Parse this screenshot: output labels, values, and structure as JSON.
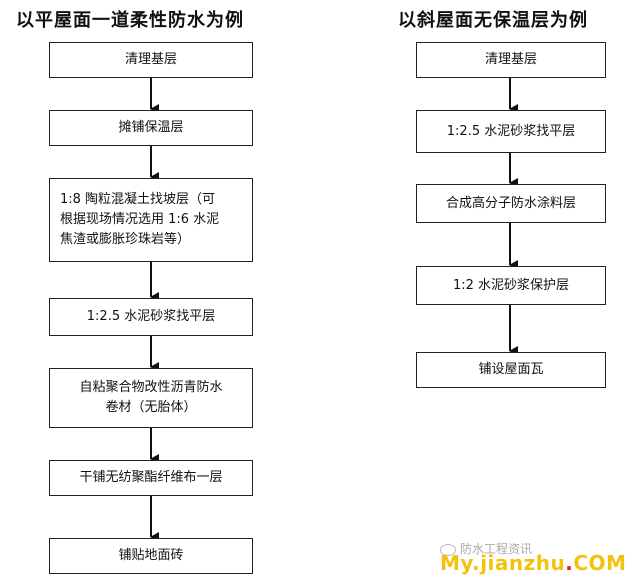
{
  "left": {
    "title": "以平屋面一道柔性防水为例",
    "steps": [
      "清理基层",
      "摊铺保温层",
      "1:8 陶粒混凝土找坡层（可\n根据现场情况选用 1:6 水泥\n焦渣或膨胀珍珠岩等）",
      "1:2.5 水泥砂浆找平层",
      "自粘聚合物改性沥青防水\n卷材（无胎体）",
      "干铺无纺聚酯纤维布一层",
      "铺贴地面砖"
    ]
  },
  "right": {
    "title": "以斜屋面无保温层为例",
    "steps": [
      "清理基层",
      "1:2.5 水泥砂浆找平层",
      "合成高分子防水涂料层",
      "1:2 水泥砂浆保护层",
      "铺设屋面瓦"
    ]
  },
  "watermark": {
    "text": "防水工程资讯",
    "logo_main": "My.jianzhu",
    "logo_dot": ".",
    "logo_tail": "COM"
  }
}
